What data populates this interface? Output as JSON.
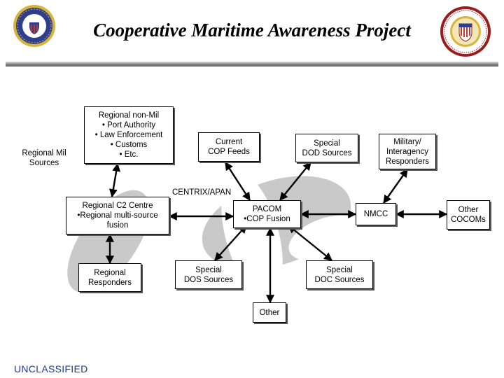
{
  "title": "Cooperative Maritime Awareness Project",
  "footer": "UNCLASSIFIED",
  "nodes": {
    "regional_mil": [
      "Regional Mil",
      "Sources"
    ],
    "regional_non_mil": [
      "Regional non-Mil",
      "• Port Authority",
      "• Law Enforcement",
      "• Customs",
      "• Etc."
    ],
    "current_cop": [
      "Current",
      "COP Feeds"
    ],
    "special_dod": [
      "Special",
      "DOD Sources"
    ],
    "military_interagency": [
      "Military/",
      "Interagency",
      "Responders"
    ],
    "centrix": "CENTRIX/APAN",
    "regional_c2": [
      "Regional C2 Centre",
      "•Regional multi-source",
      "fusion"
    ],
    "pacom": [
      "PACOM",
      "•COP Fusion"
    ],
    "nmcc": "NMCC",
    "other_cocoms": [
      "Other",
      "COCOMs"
    ],
    "regional_responders": [
      "Regional",
      "Responders"
    ],
    "special_dos": [
      "Special",
      "DOS Sources"
    ],
    "special_doc": [
      "Special",
      "DOC Sources"
    ],
    "other": "Other"
  },
  "colors": {
    "footer": "#1f3a8f",
    "watermark": "#bdbdbd",
    "seal_left_blue": "#2c3e8c",
    "seal_gold": "#d9b43a",
    "seal_right_red": "#9b1c1c"
  }
}
